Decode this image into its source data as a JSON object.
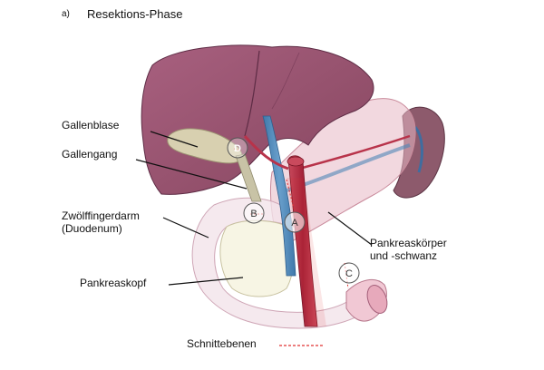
{
  "panel": {
    "letter": "a)",
    "title": "Resektions-Phase"
  },
  "labels": {
    "gallenblase": "Gallenblase",
    "gallengang": "Gallengang",
    "zwoelffingerdarm": "Zwölffingerdarm\n(Duodenum)",
    "pankreaskopf": "Pankreaskopf",
    "pankreaskoerper": "Pankreaskörper\nund -schwanz"
  },
  "markers": {
    "a": "A",
    "b": "B",
    "c": "C",
    "d": "D"
  },
  "legend": {
    "text": "Schnittebenen"
  },
  "colors": {
    "liver": "#9b5672",
    "liver_dark": "#6e3350",
    "gallbladder": "#d8d0b0",
    "bile_duct": "#c8c3a6",
    "portal_vein": "#4f87b8",
    "artery": "#b8334a",
    "pancreas_head": "#f7f5e4",
    "pancreas_body": "#e8b8c4",
    "duodenum": "#f2e4ea",
    "spleen": "#8d5a6c",
    "cut_line": "#e03030"
  }
}
